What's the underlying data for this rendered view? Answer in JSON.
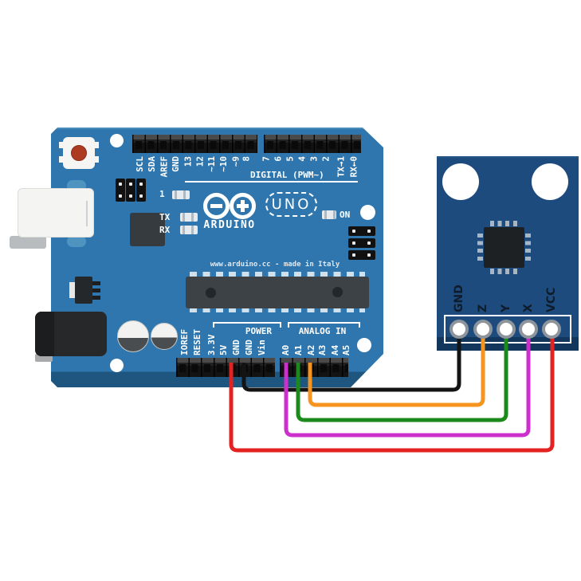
{
  "arduino": {
    "board_color": "#2e76ad",
    "logo_text": "ARDUINO",
    "model_text": "UNO",
    "url_text": "www.arduino.cc - made in Italy",
    "on_label": "ON",
    "tx_label": "TX",
    "rx_label": "RX",
    "led_label": "1",
    "digital_label": "DIGITAL (PWM~)",
    "power_label": "POWER",
    "analog_label": "ANALOG IN",
    "top_pins_left": [
      "SCL",
      "SDA",
      "AREF",
      "GND",
      "13",
      "12",
      "~11",
      "~10",
      "~9",
      "8"
    ],
    "top_pins_right": [
      "7",
      "6",
      "5",
      "4",
      "3",
      "2",
      "TX→1",
      "RX←0"
    ],
    "power_pins": [
      "IOREF",
      "RESET",
      "3.3V",
      "5V",
      "GND",
      "GND",
      "Vin"
    ],
    "analog_pins": [
      "A0",
      "A1",
      "A2",
      "A3",
      "A4",
      "A5"
    ]
  },
  "module": {
    "board_color": "#1d4b7d",
    "pins": [
      "GND",
      "Z",
      "Y",
      "X",
      "VCC"
    ]
  },
  "wires": [
    {
      "id": "wire-vcc",
      "color": "#e52222",
      "arduino_pin": "5V",
      "module_pin": "VCC"
    },
    {
      "id": "wire-gnd",
      "color": "#141414",
      "arduino_pin": "GND",
      "module_pin": "GND"
    },
    {
      "id": "wire-x",
      "color": "#cc2fcc",
      "arduino_pin": "A0",
      "module_pin": "X"
    },
    {
      "id": "wire-y",
      "color": "#1b8a1b",
      "arduino_pin": "A1",
      "module_pin": "Y"
    },
    {
      "id": "wire-z",
      "color": "#f7941e",
      "arduino_pin": "A2",
      "module_pin": "Z"
    }
  ]
}
